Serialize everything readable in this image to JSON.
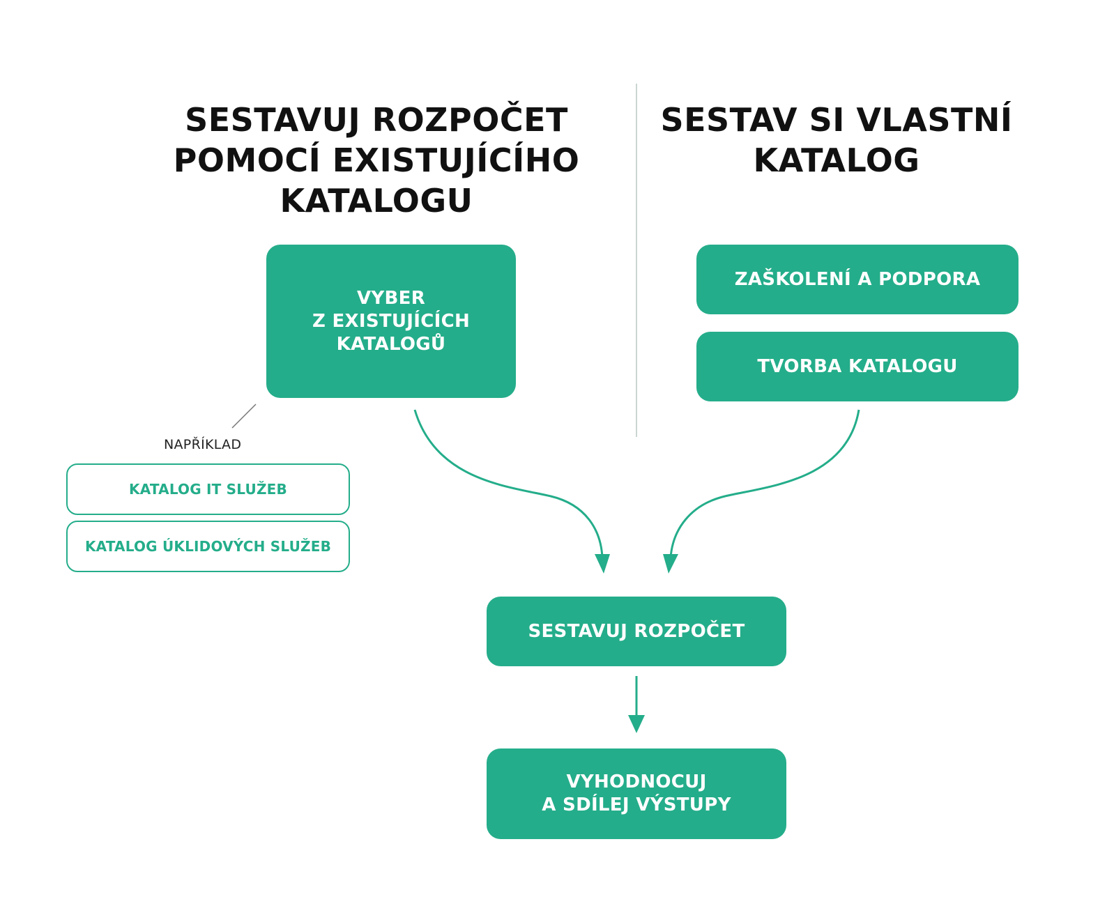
{
  "colors": {
    "accent": "#24ad8a",
    "heading": "#111111",
    "divider": "#c9d6d2"
  },
  "left_heading": [
    "SESTAVUJ ROZPOČET",
    "POMOCÍ EXISTUJÍCÍHO",
    "KATALOGU"
  ],
  "right_heading": [
    "SESTAV SI VLASTNÍ",
    "KATALOG"
  ],
  "nodes": {
    "select_existing": [
      "VYBER",
      "Z EXISTUJÍCÍCH",
      "KATALOGŮ"
    ],
    "training_support": "ZAŠKOLENÍ A PODPORA",
    "catalog_creation": "TVORBA KATALOGU",
    "build_budget": "SESTAVUJ ROZPOČET",
    "evaluate_share": [
      "VYHODNOCUJ",
      "A SDÍLEJ VÝSTUPY"
    ]
  },
  "example_label": "NAPŘÍKLAD",
  "examples": [
    "KATALOG IT SLUŽEB",
    "KATALOG ÚKLIDOVÝCH SLUŽEB"
  ]
}
